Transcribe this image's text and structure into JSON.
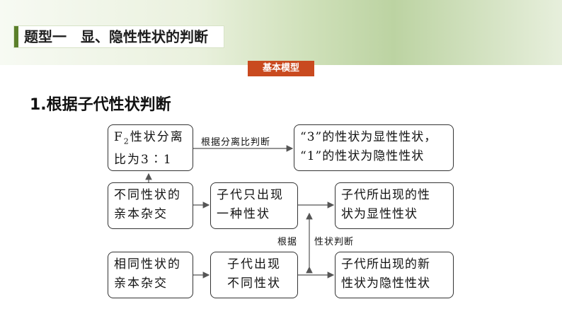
{
  "header": {
    "title": "题型一　显、隐性性状的判断",
    "tag": "基本模型"
  },
  "section": {
    "title": "1.根据子代性状判断"
  },
  "diagram": {
    "box_f2": {
      "line1_prefix": "F",
      "line1_sub": "2",
      "line1_suffix": "性状分离",
      "line2": "比为3∶1"
    },
    "box_result_top": {
      "line1": "“3”的性状为显性性状，",
      "line2": "“1”的性状为隐性性状"
    },
    "box_diff_cross": {
      "line1": "不同性状的",
      "line2": "亲本杂交"
    },
    "box_one_trait": {
      "line1": "子代只出现",
      "line2": "一种性状"
    },
    "box_dominant": {
      "line1": "子代所出现的性",
      "line2": "状为显性性状"
    },
    "box_same_cross": {
      "line1": "相同性状的",
      "line2": "亲本杂交"
    },
    "box_diff_trait": {
      "line1": "子代出现",
      "line2": "不同性状"
    },
    "box_recessive": {
      "line1": "子代所出现的新",
      "line2": "性状为隐性性状"
    },
    "label_ratio": "根据分离比判断",
    "label_basis_left": "根据",
    "label_basis_right": "性状判断"
  }
}
